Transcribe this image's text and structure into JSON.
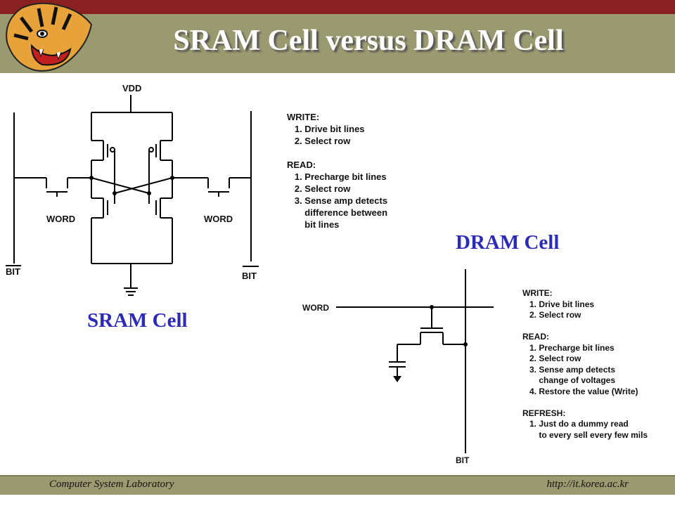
{
  "slide": {
    "title": "SRAM Cell versus DRAM Cell"
  },
  "sram": {
    "caption": "SRAM Cell",
    "labels": {
      "vdd": "VDD",
      "word_left": "WORD",
      "word_right": "WORD",
      "bit_left": "BIT",
      "bit_right": "BIT"
    },
    "instructions": "WRITE:\n   1. Drive bit lines\n   2. Select row\n\nREAD:\n   1. Precharge bit lines\n   2. Select row\n   3. Sense amp detects\n       difference between\n       bit lines"
  },
  "dram": {
    "caption": "DRAM Cell",
    "labels": {
      "word": "WORD",
      "bit": "BIT"
    },
    "instructions": "WRITE:\n   1. Drive bit lines\n   2. Select row\n\nREAD:\n   1. Precharge bit lines\n   2. Select row\n   3. Sense amp detects\n       change of voltages\n   4. Restore the value (Write)\n\nREFRESH:\n   1. Just do a dummy read\n       to every sell every few mils"
  },
  "footer": {
    "left": "Computer System Laboratory",
    "right": "http://it.korea.ac.kr"
  },
  "colors": {
    "top_bar": "#8b2020",
    "title_bar": "#9a9a70",
    "caption_blue": "#2b2bb8"
  }
}
